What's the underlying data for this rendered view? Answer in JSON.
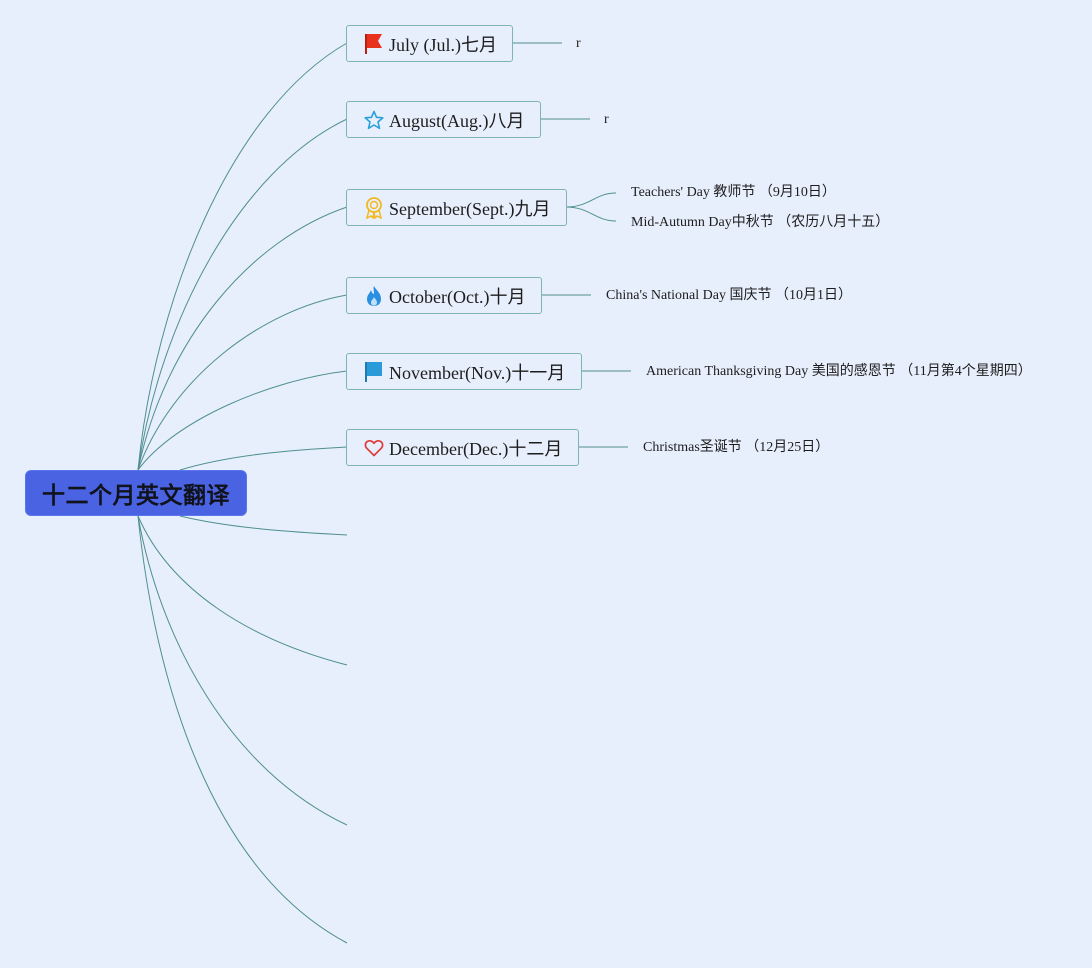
{
  "root": {
    "label": "十二个月英文翻译"
  },
  "months": [
    {
      "label": "July (Jul.)七月",
      "icon": "red-flag-icon",
      "color": "#e8321e",
      "children": [
        "r"
      ]
    },
    {
      "label": "August(Aug.)八月",
      "icon": "star-outline-icon",
      "color": "#2aa0d8",
      "children": [
        "r"
      ]
    },
    {
      "label": "September(Sept.)九月",
      "icon": "award-ribbon-icon",
      "color": "#f2b81f",
      "children": [
        "Teachers' Day 教师节 （9月10日）",
        "Mid-Autumn Day中秋节 （农历八月十五）"
      ]
    },
    {
      "label": "October(Oct.)十月",
      "icon": "flame-icon",
      "color": "#2a8fe0",
      "children": [
        "China's National Day 国庆节 （10月1日）"
      ]
    },
    {
      "label": "November(Nov.)十一月",
      "icon": "blue-flag-icon",
      "color": "#2a9ad8",
      "children": [
        "American Thanksgiving Day 美国的感恩节 （11月第4个星期四）"
      ]
    },
    {
      "label": "December(Dec.)十二月",
      "icon": "heart-outline-icon",
      "color": "#e03a3a",
      "children": [
        "Christmas圣诞节 （12月25日）"
      ]
    }
  ]
}
